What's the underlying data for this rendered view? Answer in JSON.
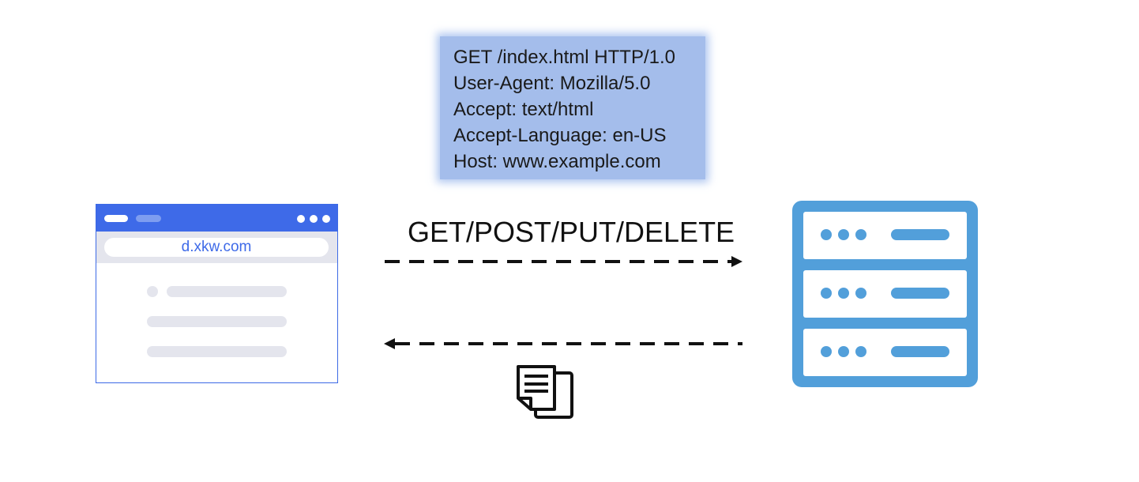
{
  "request": {
    "lines": [
      "GET /index.html HTTP/1.0",
      "User-Agent: Mozilla/5.0",
      "Accept: text/html",
      "Accept-Language: en-US",
      "Host: www.example.com"
    ]
  },
  "browser": {
    "address": "d.xkw.com"
  },
  "methods_label": "GET/POST/PUT/DELETE",
  "icons": {
    "browser": "browser-window-icon",
    "server": "server-rack-icon",
    "response": "document-stack-icon"
  },
  "colors": {
    "request_box": "#a4bdeb",
    "browser_accent": "#3e6ae8",
    "server": "#529fda",
    "placeholder": "#e4e5ed",
    "arrow": "#111111"
  }
}
